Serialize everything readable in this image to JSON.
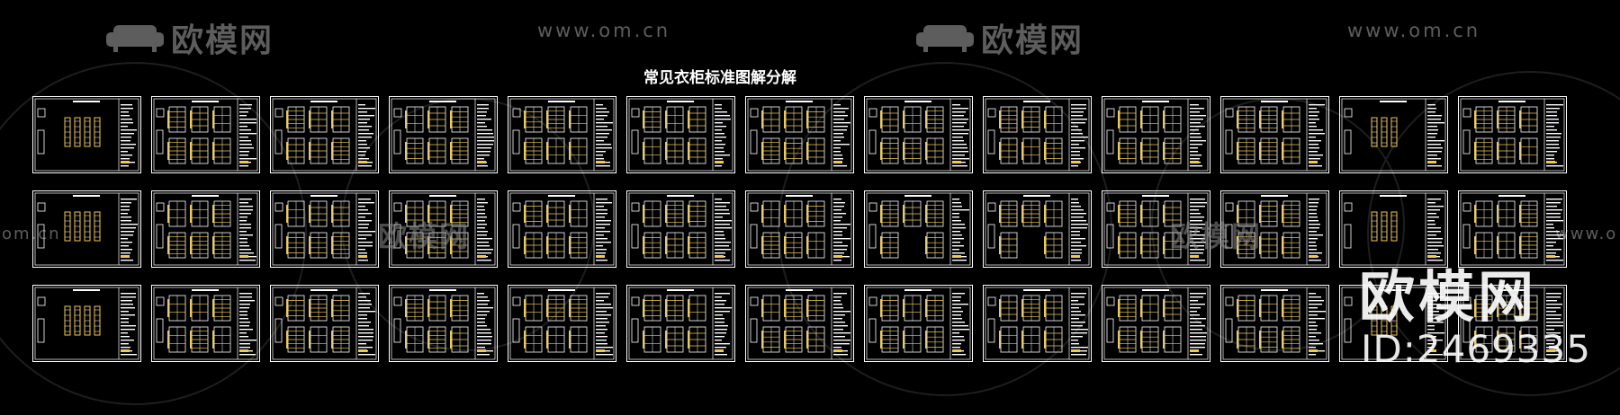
{
  "watermark": {
    "brand": "欧模网",
    "url": "www.om.cn",
    "partial_url_left": "om.cn",
    "partial_url_right": "www.o"
  },
  "drawing_title": "常见衣柜标准图解分解",
  "brand_overlay": {
    "name": "欧模网",
    "id_text": "ID:2469335"
  },
  "sheet_grid": {
    "rows": 3,
    "columns": 13
  },
  "colors": {
    "background": "#000000",
    "linework": "#ffffff",
    "highlight": "#f2c94c",
    "watermark": "#5d5d5d"
  }
}
